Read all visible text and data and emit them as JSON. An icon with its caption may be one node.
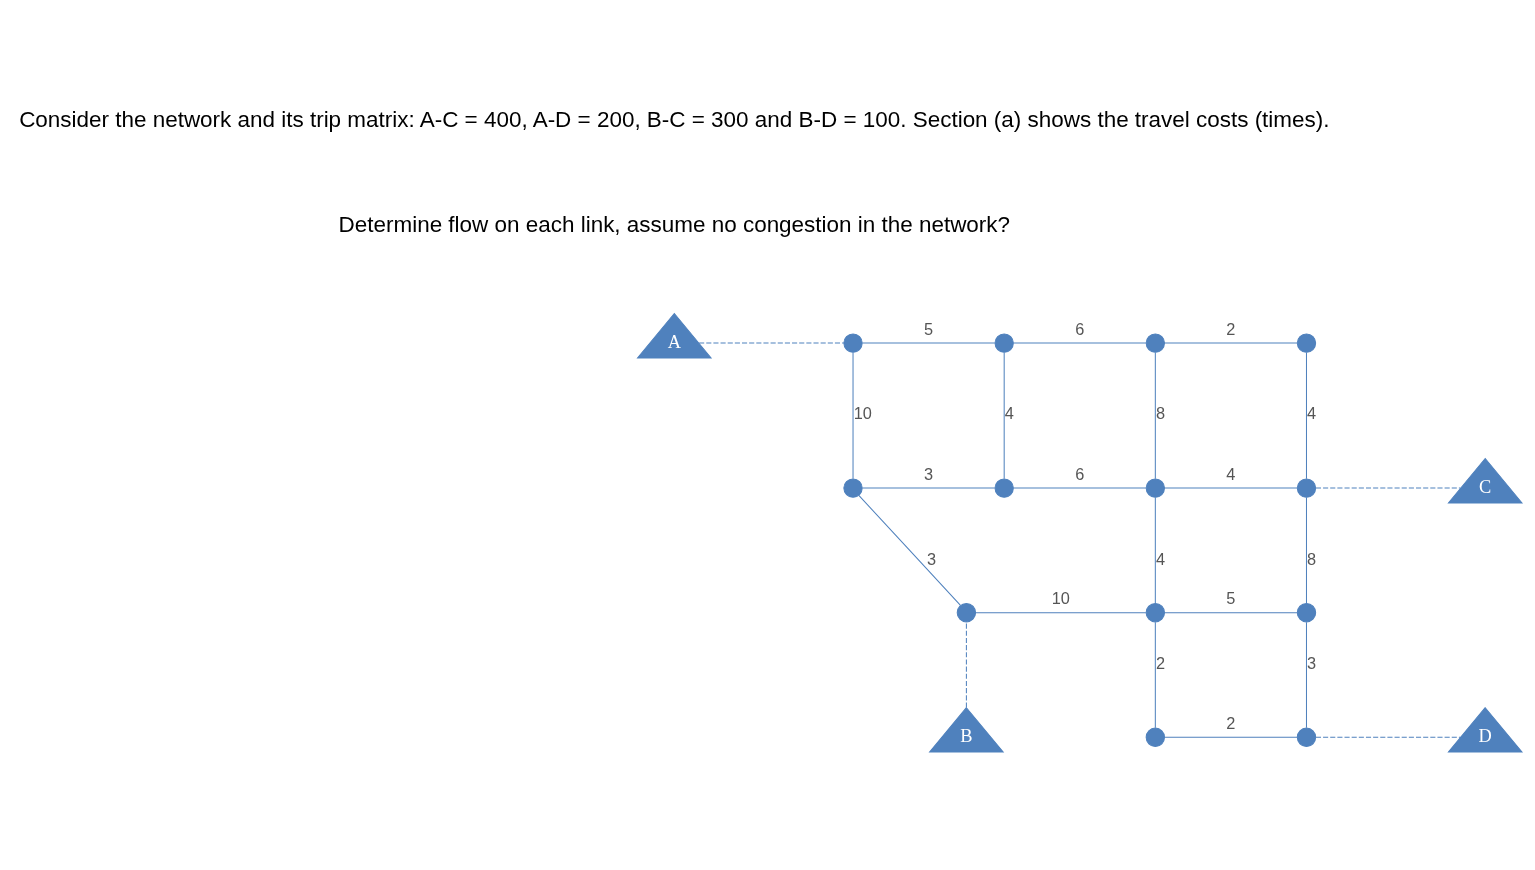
{
  "diagram": {
    "nodes": [
      {
        "text": [
          "A"
        ]
      },
      {
        "text": [],
        "shape": "circle"
      },
      {
        "text": [],
        "shape": "circle"
      },
      {
        "text": [],
        "shape": "circle"
      },
      {
        "text": [],
        "shape": "circle"
      },
      {
        "text": [
          "C"
        ]
      },
      {
        "text": [],
        "shape": "circle"
      },
      {
        "text": [],
        "shape": "circle"
      },
      {
        "text": [],
        "shape": "circle"
      },
      {
        "text": [],
        "shape": "circle"
      },
      {
        "text": [],
        "shape": "circle"
      },
      {
        "text": [],
        "shape": "circle"
      },
      {
        "text": [],
        "shape": "circle"
      },
      {
        "text": [
          "B"
        ]
      },
      {
        "text": [
          "D"
        ]
      },
      {
        "text": [],
        "shape": "circle"
      },
      {
        "text": [],
        "shape": "circle"
      }
    ],
    "edges": [
      {
        "from": 0,
        "to": 1,
        "arrow": "none",
        "style": "dashed"
      },
      {
        "from": 1,
        "to": 2,
        "arrow": "none",
        "label": "5"
      },
      {
        "from": 2,
        "to": 3,
        "arrow": "none",
        "label": "6"
      },
      {
        "from": 3,
        "to": 4,
        "arrow": "none",
        "label": "2"
      },
      {
        "from": 1,
        "to": 6,
        "arrow": "none",
        "label": "10"
      },
      {
        "from": 2,
        "to": 7,
        "arrow": "none",
        "label": "4"
      },
      {
        "from": 3,
        "to": 8,
        "arrow": "none",
        "label": "8"
      },
      {
        "from": 4,
        "to": 9,
        "arrow": "none",
        "label": "4"
      },
      {
        "from": 6,
        "to": 7,
        "arrow": "none",
        "label": "3"
      },
      {
        "from": 7,
        "to": 8,
        "arrow": "none",
        "label": "6"
      },
      {
        "from": 8,
        "to": 9,
        "arrow": "none",
        "label": "4"
      },
      {
        "from": 9,
        "to": 5,
        "arrow": "none",
        "style": "dashed"
      },
      {
        "from": 6,
        "to": 10,
        "arrow": "none",
        "label": "3"
      },
      {
        "from": 8,
        "to": 11,
        "arrow": "none",
        "label": "4"
      },
      {
        "from": 9,
        "to": 12,
        "arrow": "none",
        "label": "8"
      },
      {
        "from": 10,
        "to": 11,
        "arrow": "none",
        "label": "10"
      },
      {
        "from": 11,
        "to": 12,
        "arrow": "none",
        "label": "5"
      },
      {
        "from": 13,
        "to": 10,
        "arrow": "none",
        "style": "dashed"
      },
      {
        "from": 11,
        "to": 15,
        "arrow": "none",
        "label": "2"
      },
      {
        "from": 12,
        "to": 16,
        "arrow": "none",
        "label": "3"
      },
      {
        "from": 15,
        "to": 16,
        "arrow": "none",
        "label": "2"
      },
      {
        "from": 16,
        "to": 14,
        "arrow": "none",
        "style": "dashed"
      }
    ],
    "labels": [
      "Consider the network and its trip matrix: A-C = 400, A-D = 200, B-C = 300 and B-D = 100. Section (a) shows the travel costs (times).",
      "Determine flow on each link, assume no congestion in the network?"
    ]
  }
}
